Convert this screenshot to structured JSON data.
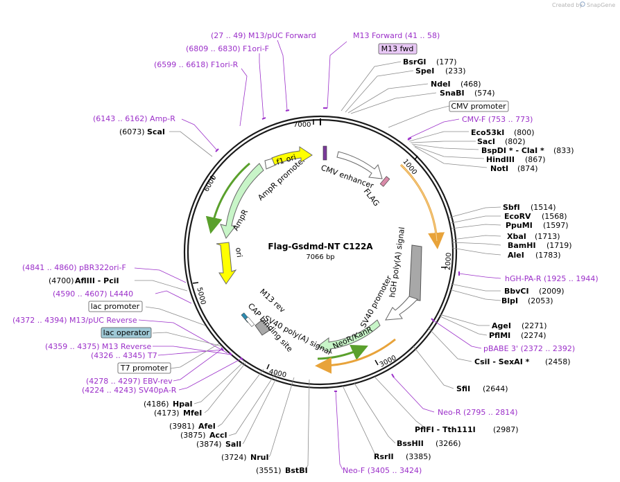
{
  "credit": {
    "text": "Created by",
    "brand": "SnapGene"
  },
  "plasmid": {
    "name": "Flag-Gsdmd-NT C122A",
    "length_label": "7066 bp"
  },
  "ticks": [
    "1000",
    "2000",
    "3000",
    "4000",
    "5000",
    "6000",
    "7000"
  ],
  "features": {
    "cmv_enhancer": "CMV enhancer",
    "flag": "FLAG",
    "f1_ori": "f1 ori",
    "ampr_promoter": "AmpR promoter",
    "ampr": "AmpR",
    "ori": "ori",
    "cap_binding_site": "CAP binding site",
    "m13_rev": "M13 rev",
    "sv40_polya": "SV40 poly(A) signal",
    "neor_kanr": "NeoR/KanR",
    "sv40_promoter": "SV40 promoter",
    "hgh_polya": "hGH poly(A) signal"
  },
  "boxed_labels": {
    "m13_fwd": "M13 fwd",
    "cmv_promoter": "CMV promoter",
    "lac_promoter": "lac promoter",
    "lac_operator": "lac operator",
    "t7_promoter": "T7 promoter"
  },
  "left_labels": [
    {
      "text": "(27 .. 49)  M13/pUC Forward",
      "kind": "primer"
    },
    {
      "text": "(6809 .. 6830)  F1ori-F",
      "kind": "primer"
    },
    {
      "text": "(6599 .. 6618)  F1ori-R",
      "kind": "primer"
    },
    {
      "text": "(6143 .. 6162)  Amp-R",
      "kind": "primer"
    },
    {
      "text": "ScaI",
      "pos": "(6073)",
      "kind": "site"
    },
    {
      "text": "(4841 .. 4860)  pBR322ori-F",
      "kind": "primer"
    },
    {
      "text": "AflIII  - PciI",
      "pos": "(4700)",
      "kind": "site"
    },
    {
      "text": "(4590 .. 4607)  L4440",
      "kind": "primer"
    },
    {
      "text": "(4372 .. 4394)  M13/pUC Reverse",
      "kind": "primer"
    },
    {
      "text": "(4359 .. 4375)  M13 Reverse",
      "kind": "primer"
    },
    {
      "text": "(4326 .. 4345)  T7",
      "kind": "primer"
    },
    {
      "text": "(4278 .. 4297)  EBV-rev",
      "kind": "primer"
    },
    {
      "text": "(4224 .. 4243)  SV40pA-R",
      "kind": "primer"
    },
    {
      "text": "HpaI",
      "pos": "(4186)",
      "kind": "site"
    },
    {
      "text": "MfeI",
      "pos": "(4173)",
      "kind": "site"
    },
    {
      "text": "AfeI",
      "pos": "(3981)",
      "kind": "site"
    },
    {
      "text": "AccI",
      "pos": "(3875)",
      "kind": "site"
    },
    {
      "text": "SalI",
      "pos": "(3874)",
      "kind": "site"
    },
    {
      "text": "NruI",
      "pos": "(3724)",
      "kind": "site"
    },
    {
      "text": "BstBI",
      "pos": "(3551)",
      "kind": "site"
    }
  ],
  "right_labels": [
    {
      "text": "M13 Forward   (41 .. 58)",
      "kind": "primer"
    },
    {
      "text": "BsrGI",
      "pos": "(177)",
      "kind": "site"
    },
    {
      "text": "SpeI",
      "pos": "(233)",
      "kind": "site"
    },
    {
      "text": "NdeI",
      "pos": "(468)",
      "kind": "site"
    },
    {
      "text": "SnaBI",
      "pos": "(574)",
      "kind": "site"
    },
    {
      "text": "CMV-F   (753 .. 773)",
      "kind": "primer"
    },
    {
      "text": "Eco53kI",
      "pos": "(800)",
      "kind": "site"
    },
    {
      "text": "SacI",
      "pos": "(802)",
      "kind": "site"
    },
    {
      "text": "BspDI *  - ClaI *",
      "pos": "(833)",
      "kind": "site"
    },
    {
      "text": "HindIII",
      "pos": "(867)",
      "kind": "site"
    },
    {
      "text": "NotI",
      "pos": "(874)",
      "kind": "site"
    },
    {
      "text": "SbfI",
      "pos": "(1514)",
      "kind": "site"
    },
    {
      "text": "EcoRV",
      "pos": "(1568)",
      "kind": "site"
    },
    {
      "text": "PpuMI",
      "pos": "(1597)",
      "kind": "site"
    },
    {
      "text": "XbaI",
      "pos": "(1713)",
      "kind": "site"
    },
    {
      "text": "BamHI",
      "pos": "(1719)",
      "kind": "site"
    },
    {
      "text": "AleI",
      "pos": "(1783)",
      "kind": "site"
    },
    {
      "text": "hGH-PA-R   (1925 .. 1944)",
      "kind": "primer"
    },
    {
      "text": "BbvCI",
      "pos": "(2009)",
      "kind": "site"
    },
    {
      "text": "BlpI",
      "pos": "(2053)",
      "kind": "site"
    },
    {
      "text": "AgeI",
      "pos": "(2271)",
      "kind": "site"
    },
    {
      "text": "PflMI",
      "pos": "(2274)",
      "kind": "site"
    },
    {
      "text": "pBABE 3'   (2372 .. 2392)",
      "kind": "primer"
    },
    {
      "text": "CsiI  - SexAI *",
      "pos": "(2458)",
      "kind": "site"
    },
    {
      "text": "SfiI",
      "pos": "(2644)",
      "kind": "site"
    },
    {
      "text": "Neo-R   (2795 .. 2814)",
      "kind": "primer"
    },
    {
      "text": "PflFI  - Tth111I",
      "pos": "(2987)",
      "kind": "site"
    },
    {
      "text": "BssHII",
      "pos": "(3266)",
      "kind": "site"
    },
    {
      "text": "RsrII",
      "pos": "(3385)",
      "kind": "site"
    },
    {
      "text": "Neo-F   (3405 .. 3424)",
      "kind": "primer"
    }
  ],
  "colors": {
    "primer": "#9b2fc9",
    "backbone": "#1a1a1a",
    "promoter_green": "#c8f5c8",
    "ori_yellow": "#ffff00",
    "orf_orange": "#e8a33a",
    "polya_gray": "#a8a8a8",
    "boxed_label_fill_m13": "#e8c8f5",
    "boxed_label_fill_lacop": "#9fc9d6"
  }
}
